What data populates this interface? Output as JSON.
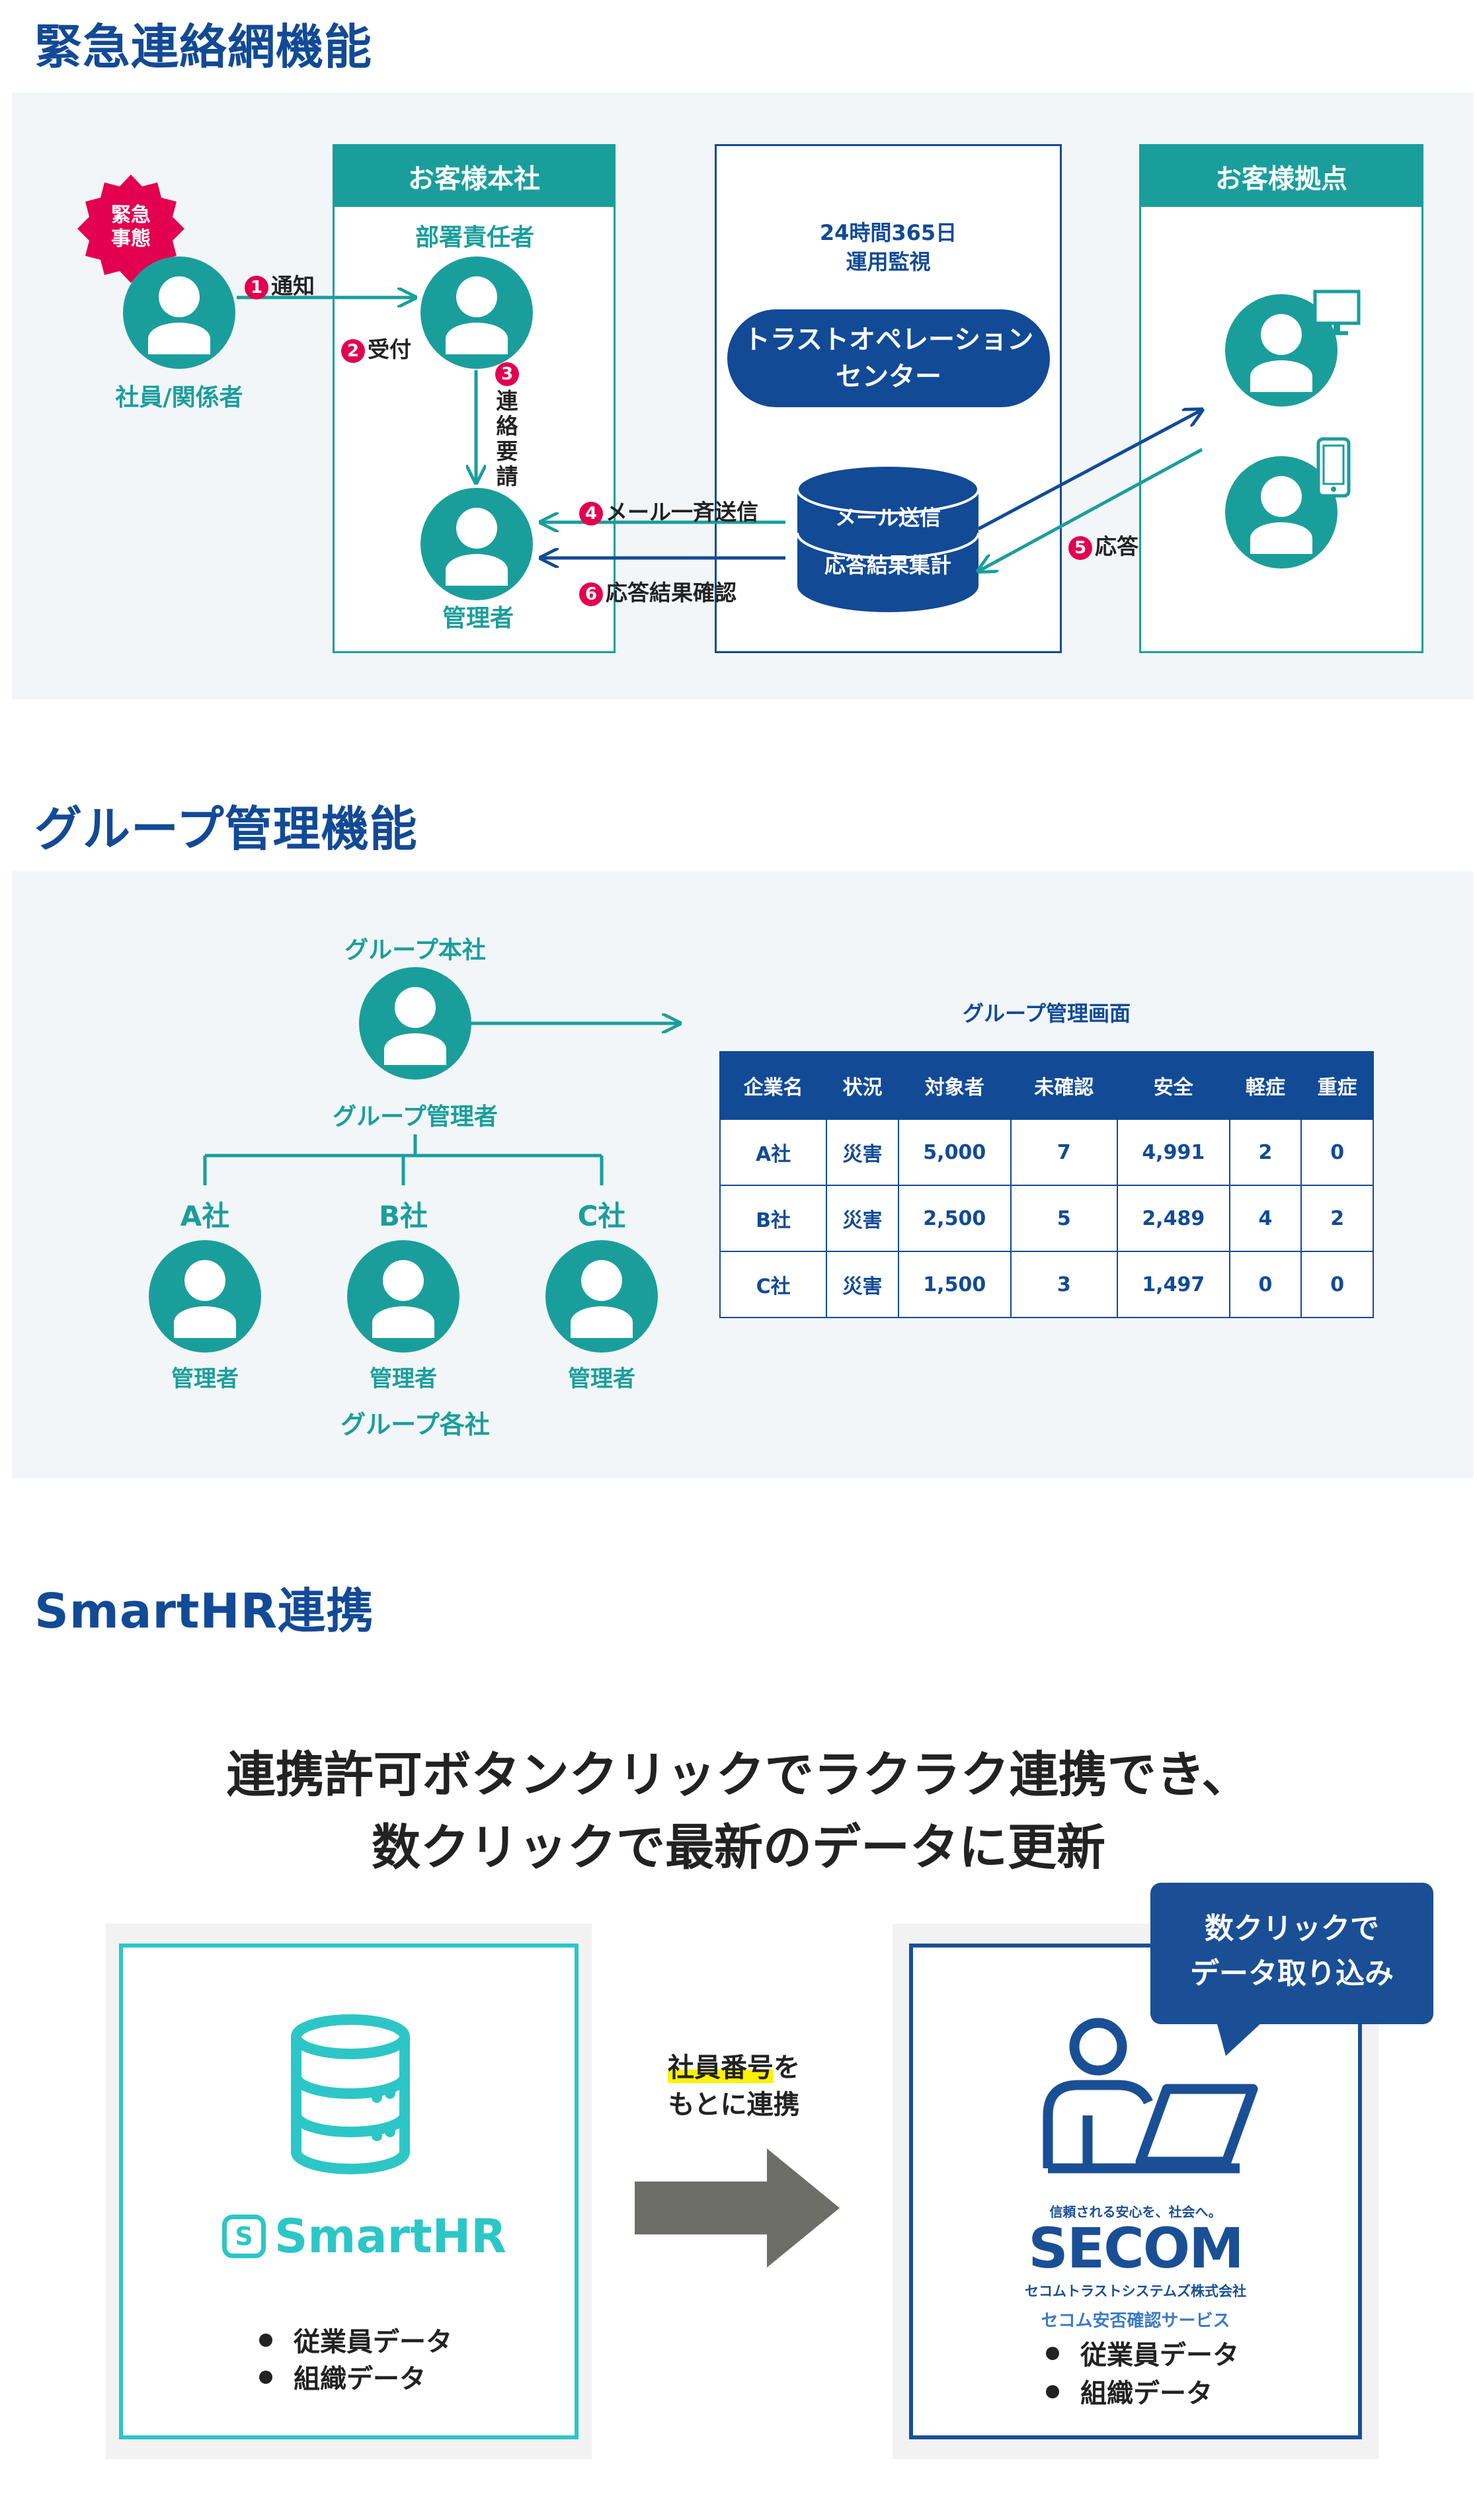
{
  "sections": {
    "emergency_title": "緊急連絡網機能",
    "group_title": "グループ管理機能",
    "smarthr_title": "SmartHR連携"
  },
  "emergency": {
    "badge": "緊急\n事態",
    "employee_label": "社員/関係者",
    "hq_header": "お客様本社",
    "dept_head_label": "部署責任者",
    "manager_label": "管理者",
    "center_caption": "24時間365日\n運用監視",
    "center_name": "トラストオペレーション\nセンター",
    "db_top": "メール送信",
    "db_bottom": "応答結果集計",
    "branch_header": "お客様拠点",
    "steps": {
      "s1_num": "1",
      "s1": "通知",
      "s2_num": "2",
      "s2": "受付",
      "s3_num": "3",
      "s3": "連絡要請",
      "s4_num": "4",
      "s4": "メール一斉送信",
      "s5_num": "5",
      "s5": "応答",
      "s6_num": "6",
      "s6": "応答結果確認"
    }
  },
  "group": {
    "hq_label": "グループ本社",
    "hq_manager_label": "グループ管理者",
    "companies": [
      "A社",
      "B社",
      "C社"
    ],
    "company_manager_label": "管理者",
    "subsidiaries_label": "グループ各社",
    "table_title": "グループ管理画面",
    "table": {
      "headers": [
        "企業名",
        "状況",
        "対象者",
        "未確認",
        "安全",
        "軽症",
        "重症"
      ],
      "rows": [
        [
          "A社",
          "災害",
          "5,000",
          "7",
          "4,991",
          "2",
          "0"
        ],
        [
          "B社",
          "災害",
          "2,500",
          "5",
          "2,489",
          "4",
          "2"
        ],
        [
          "C社",
          "災害",
          "1,500",
          "3",
          "1,497",
          "0",
          "0"
        ]
      ]
    }
  },
  "smarthr": {
    "headline_line1": "連携許可ボタンクリックでラクラク連携でき、",
    "headline_line2": "数クリックで最新のデータに更新",
    "left_logo": "SmartHR",
    "left_items": [
      "従業員データ",
      "組織データ"
    ],
    "arrow_caption_line1_highlight": "社員番号",
    "arrow_caption_line1_rest": "を",
    "arrow_caption_line2": "もとに連携",
    "bubble_line1": "数クリックで",
    "bubble_line2": "データ取り込み",
    "secom_tagline": "信頼される安心を、社会へ。",
    "secom_logo": "SECOM",
    "secom_company": "セコムトラストシステムズ株式会社",
    "secom_service": "セコム安否確認サービス",
    "right_items": [
      "従業員データ",
      "組織データ"
    ]
  },
  "colors": {
    "navy": "#124a96",
    "teal": "#1a9e9c",
    "emergency_red": "#e2004f",
    "panel_bg": "#f2f6f9"
  }
}
